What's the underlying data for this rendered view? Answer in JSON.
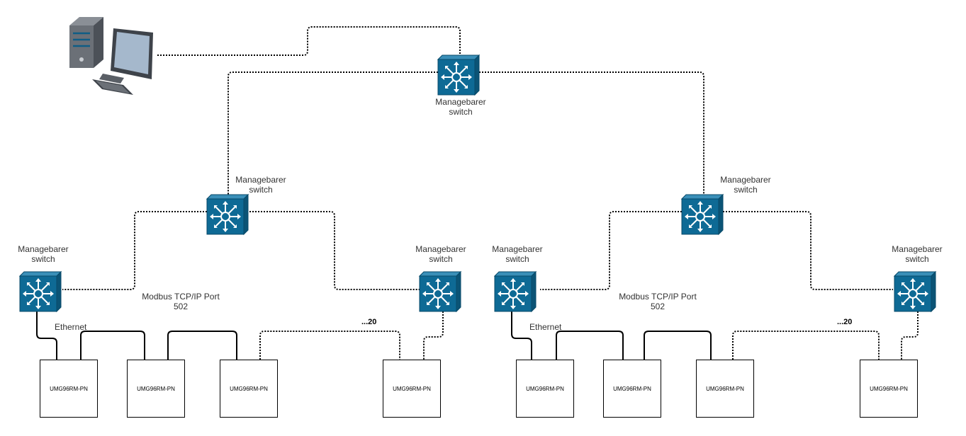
{
  "switch_label_line1": "Managebarer",
  "switch_label_line2": "switch",
  "port_label_line1": "Modbus TCP/IP Port",
  "port_label_line2": "502",
  "ethernet_label": "Ethernet",
  "device_label": "UMG96RM-PN",
  "ellipsis_label": "...20",
  "colors": {
    "switch_front": "#0e6a95",
    "switch_side": "#0b5476",
    "switch_top": "#3a8fb8",
    "link_line": "#000000",
    "text": "#333333"
  }
}
